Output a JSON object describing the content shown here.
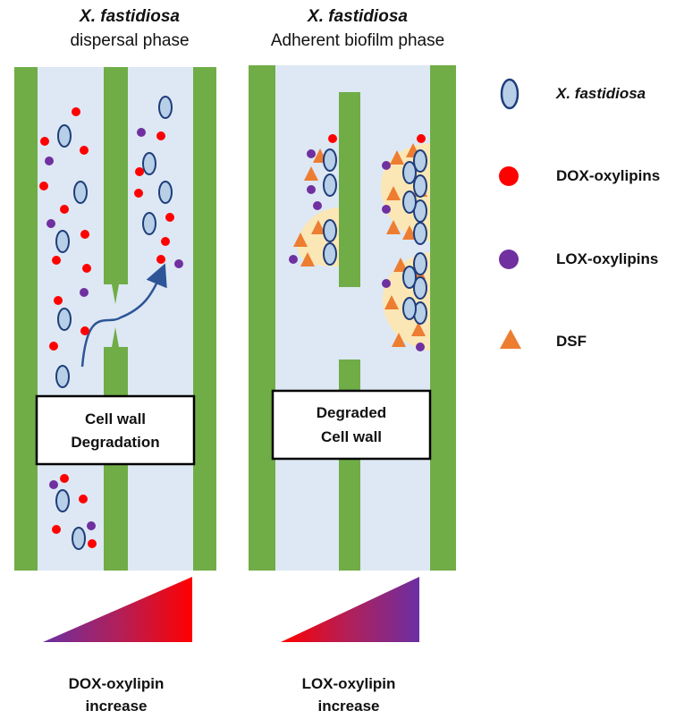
{
  "panels": [
    {
      "species": "X. fastidiosa",
      "phase": "dispersal phase",
      "box": [
        "Cell wall",
        "Degradation"
      ],
      "gradient_label": [
        "DOX-oxylipin",
        "increase"
      ]
    },
    {
      "species": "X. fastidiosa",
      "phase": "Adherent biofilm phase",
      "box": [
        "Degraded",
        "Cell wall"
      ],
      "gradient_label": [
        "LOX-oxylipin",
        "increase"
      ]
    }
  ],
  "legend": [
    {
      "label": "X. fastidiosa",
      "icon": "bacterium-ellipse-icon"
    },
    {
      "label": "DOX-oxylipins",
      "icon": "red-dot-icon"
    },
    {
      "label": "LOX-oxylipins",
      "icon": "purple-dot-icon"
    },
    {
      "label": "DSF",
      "icon": "orange-triangle-icon"
    }
  ],
  "colors": {
    "wall": "#70ad47",
    "lumen": "#dde8f4",
    "bacterium_fill": "#b8cfe8",
    "bacterium_stroke": "#1f3d7a",
    "dox": "#ff0000",
    "lox": "#7030a0",
    "dsf": "#ed7d31",
    "biofilm": "#fbe7b5",
    "arrow": "#2e5597"
  }
}
